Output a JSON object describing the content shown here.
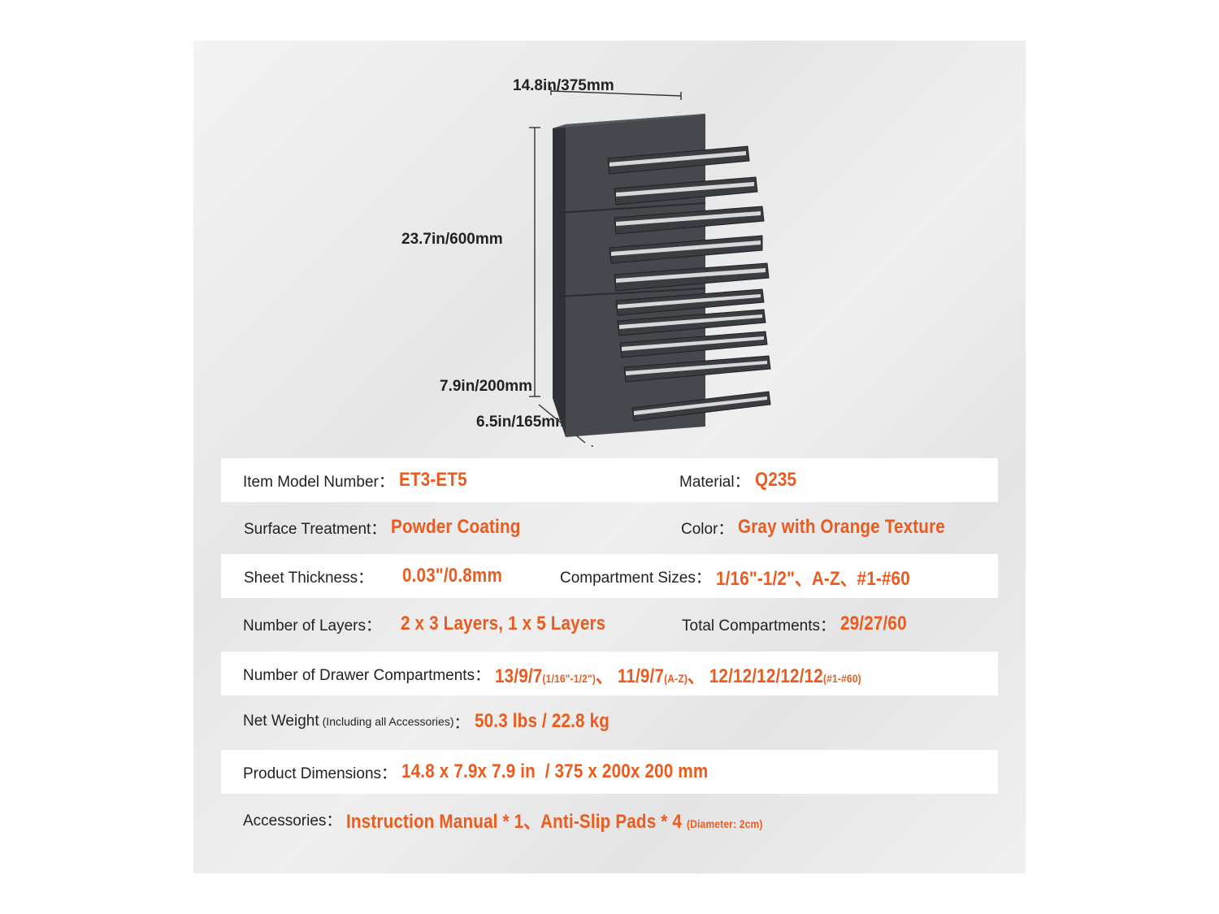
{
  "dimensions": {
    "width": "14.8in/375mm",
    "height": "23.7in/600mm",
    "depth_drawer": "7.9in/200mm",
    "depth_case": "6.5in/165mm"
  },
  "specs": {
    "model_label": "Item Model Number：",
    "model_value": "ET3-ET5",
    "material_label": "Material：",
    "material_value": "Q235",
    "surface_label": "Surface Treatment：",
    "surface_value": "Powder Coating",
    "color_label": "Color：",
    "color_value": "Gray with Orange Texture",
    "thickness_label": "Sheet Thickness：",
    "thickness_value": "0.03\"/0.8mm",
    "compartment_sizes_label": "Compartment Sizes：",
    "compartment_sizes_value": "1/16\"-1/2\"、A-Z、#1-#60",
    "layers_label": "Number of Layers：",
    "layers_value": "2 x 3 Layers, 1 x 5 Layers",
    "total_label": "Total Compartments：",
    "total_value": "29/27/60",
    "drawer_label": "Number of Drawer Compartments：",
    "drawer_v1": "13/9/7",
    "drawer_s1": "(1/16\"-1/2\")",
    "drawer_v2": "、 11/9/7",
    "drawer_s2": "(A-Z)",
    "drawer_v3": "、 12/12/12/12/12",
    "drawer_s3": "(#1-#60)",
    "weight_label": "Net Weight ",
    "weight_small": "(Including all Accessories)",
    "weight_colon": "：",
    "weight_value": "50.3 lbs / 22.8 kg",
    "dims_label": "Product Dimensions：",
    "dims_value": "14.8 x 7.9x 7.9 in  / 375 x 200x 200 mm",
    "acc_label": "Accessories：",
    "acc_value": "Instruction Manual * 1、Anti-Slip Pads * 4",
    "acc_small": "(Diameter: 2cm)"
  },
  "colors": {
    "accent": "#ea5b1f",
    "cabinet": "#3c3f44",
    "band": "#ffffff"
  }
}
